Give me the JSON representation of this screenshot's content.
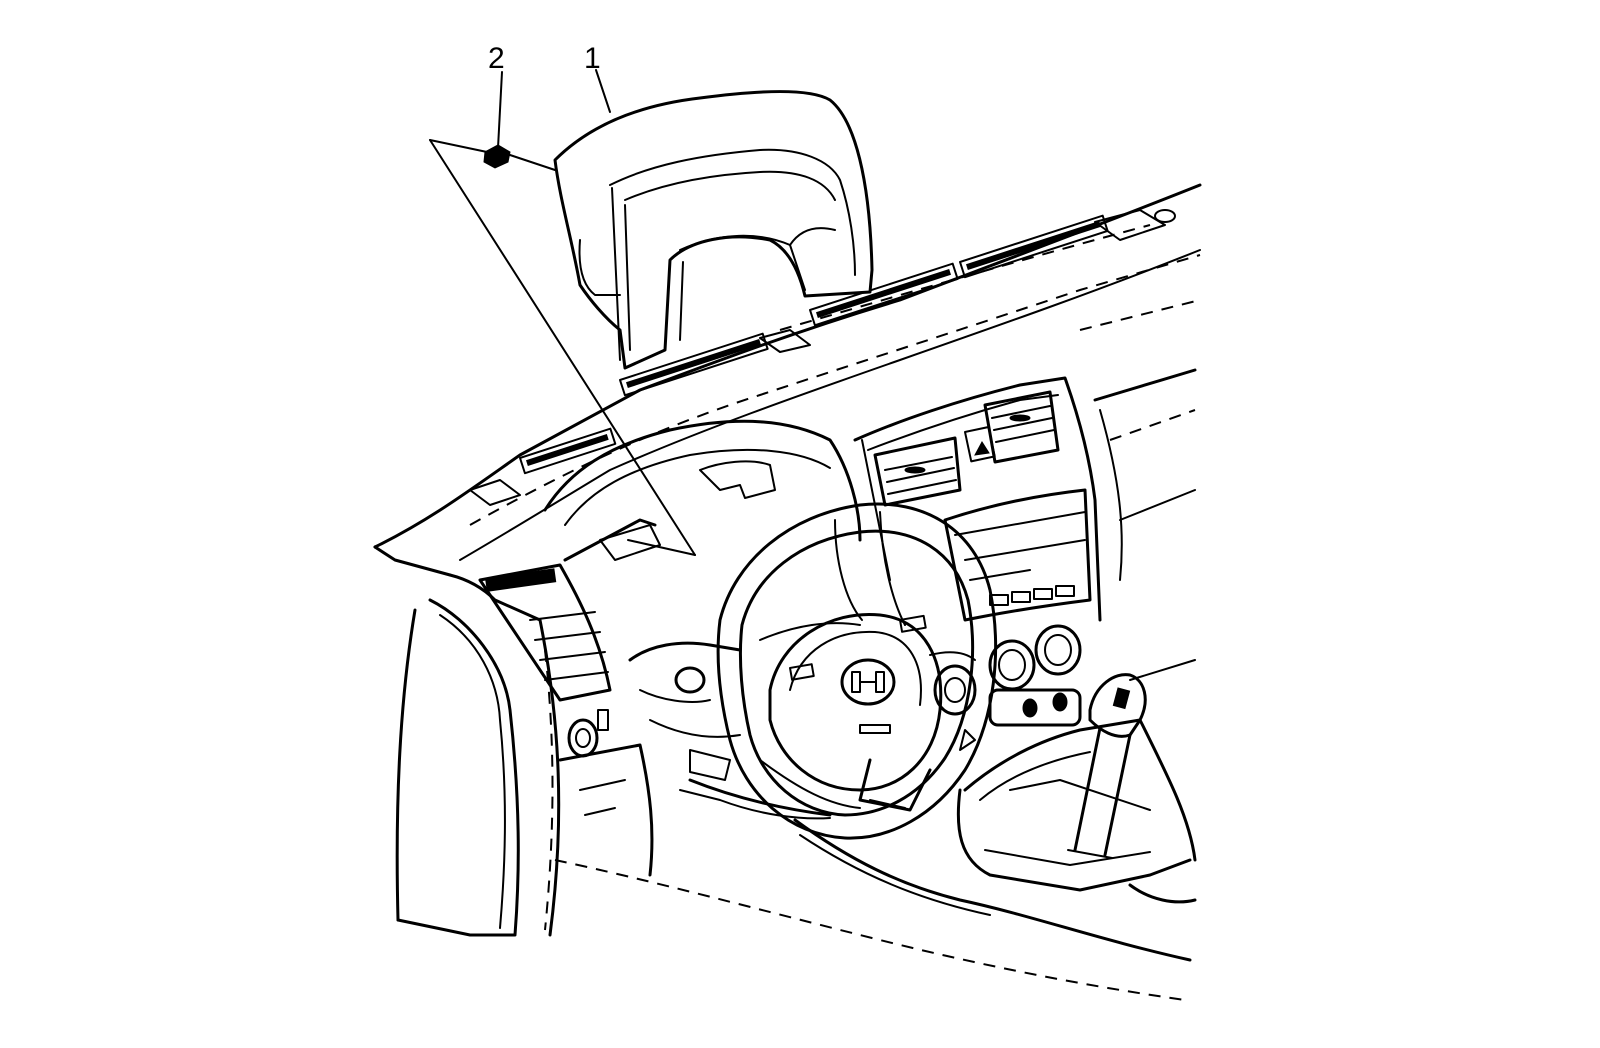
{
  "callouts": [
    {
      "id": "callout-1",
      "label": "1"
    },
    {
      "id": "callout-2",
      "label": "2"
    }
  ]
}
